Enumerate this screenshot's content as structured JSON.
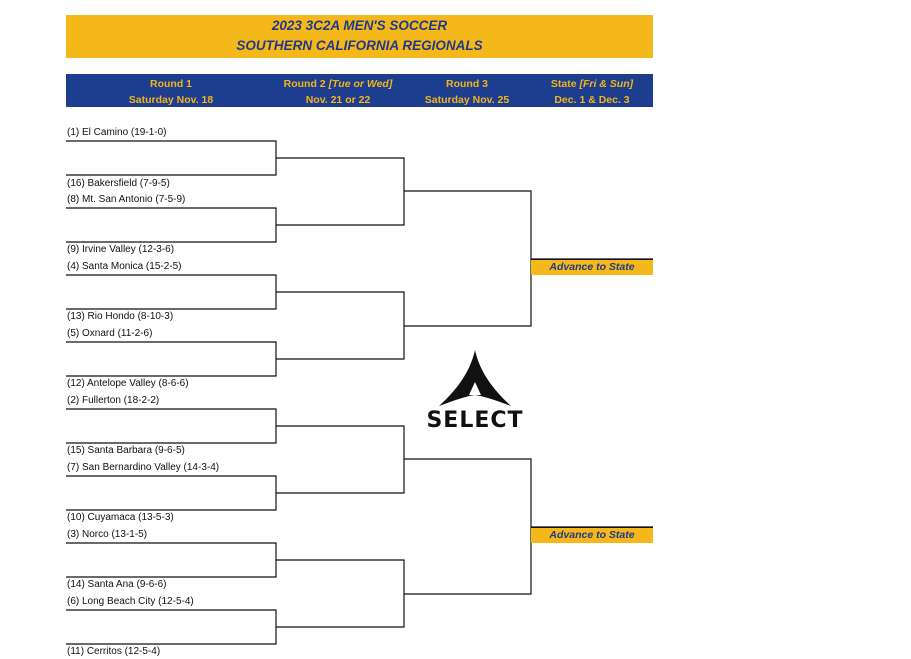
{
  "title": {
    "line1": "2023 3C2A MEN'S SOCCER",
    "line2": "SOUTHERN CALIFORNIA REGIONALS"
  },
  "header": {
    "round1": {
      "label": "Round 1",
      "date": "Saturday Nov. 18"
    },
    "round2": {
      "label": "Round 2",
      "note": "[Tue or Wed]",
      "date": "Nov. 21 or 22"
    },
    "round3": {
      "label": "Round 3",
      "date": "Saturday Nov. 25"
    },
    "state": {
      "label": "State",
      "note": "[Fri & Sun]",
      "date": "Dec. 1 & Dec. 3"
    }
  },
  "teams": [
    "(1) El Camino (19-1-0)",
    "(16) Bakersfield (7-9-5)",
    "(8) Mt. San Antonio (7-5-9)",
    "(9) Irvine Valley (12-3-6)",
    "(4) Santa Monica (15-2-5)",
    "(13) Rio Hondo (8-10-3)",
    "(5) Oxnard (11-2-6)",
    "(12) Antelope Valley (8-6-6)",
    "(2) Fullerton (18-2-2)",
    "(15) Santa Barbara (9-6-5)",
    "(7) San Bernardino Valley (14-3-4)",
    "(10) Cuyamaca (13-5-3)",
    "(3) Norco (13-1-5)",
    "(14) Santa Ana (9-6-6)",
    "(6) Long Beach City (12-5-4)",
    "(11) Cerritos (12-5-4)"
  ],
  "advance": {
    "top": "Advance to State",
    "bottom": "Advance to State"
  },
  "logo": {
    "text": "SELECT",
    "icon": "soccer-ball-triangle-icon"
  }
}
